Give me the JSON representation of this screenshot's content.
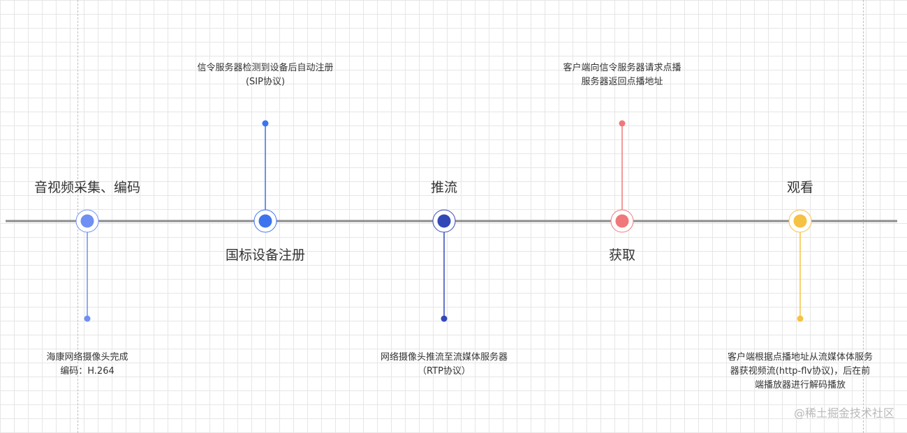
{
  "stages": [
    {
      "title": "音视频采集、编码",
      "desc": [
        "海康网络摄像头完成",
        "编码：H.264"
      ],
      "color": "#6f8ff3",
      "position": "above"
    },
    {
      "title": "国标设备注册",
      "desc": [
        "信令服务器检测到设备后自动注册",
        "(SIP协议)"
      ],
      "color": "#3d74ee",
      "position": "below"
    },
    {
      "title": "推流",
      "desc": [
        "网络摄像头推流至流媒体服务器",
        "（RTP协议）"
      ],
      "color": "#3348b7",
      "position": "above"
    },
    {
      "title": "获取",
      "desc": [
        "客户端向信令服务器请求点播",
        "服务器返回点播地址"
      ],
      "color": "#f0787a",
      "position": "below"
    },
    {
      "title": "观看",
      "desc": [
        "客户端根据点播地址从流媒体体服务",
        "器获视频流(http-flv协议)，后在前",
        "端播放器进行解码播放"
      ],
      "color": "#f5c244",
      "position": "above"
    }
  ],
  "watermark": "@稀土掘金技术社区"
}
